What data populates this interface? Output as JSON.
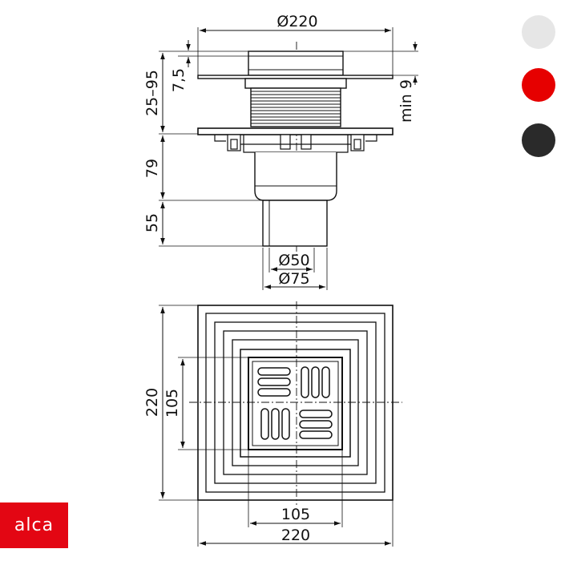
{
  "dimensions": {
    "top_diameter": "Ø220",
    "adjust_range": "25–95",
    "lip": "7,5",
    "min_depth": "min 9",
    "body_height": "79",
    "outlet_height": "55",
    "outlet_inner_diameter": "Ø50",
    "outlet_outer_diameter": "Ø75",
    "plate_height": "220",
    "grate_height": "105",
    "grate_width": "105",
    "plate_width": "220"
  },
  "swatches": [
    {
      "name": "white",
      "color": "#e6e6e6"
    },
    {
      "name": "red",
      "color": "#e60000"
    },
    {
      "name": "black",
      "color": "#2a2a2a"
    }
  ],
  "brand": {
    "logo_text": "alca",
    "color": "#e30613"
  },
  "colors": {
    "line": "#111111",
    "drawing_fill": "#ffffff"
  }
}
